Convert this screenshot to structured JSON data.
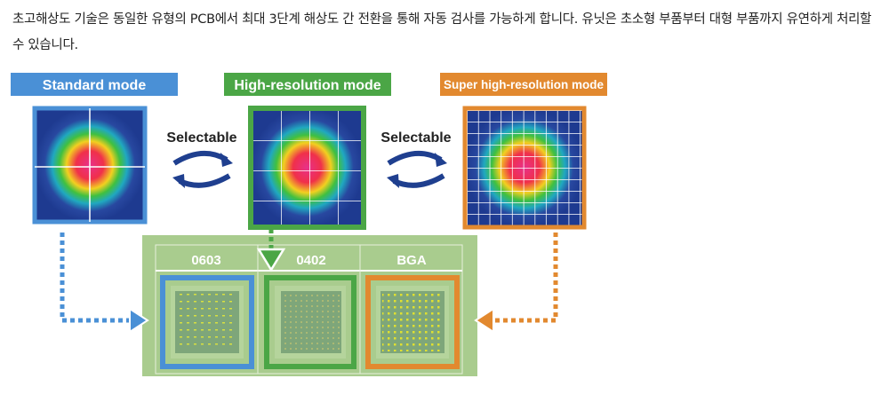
{
  "paragraph": "초고해상도 기술은 동일한 유형의 PCB에서 최대 3단계 해상도 간 전환을 통해 자동 검사를 가능하게 합니다. 유닛은 초소형 부품부터 대형 부품까지 유연하게 처리할 수 있습니다.",
  "diagram": {
    "modes": [
      {
        "label": "Standard mode",
        "color": "#4a90d6"
      },
      {
        "label": "High-resolution mode",
        "color": "#4ba646"
      },
      {
        "label": "Super high-resolution mode",
        "color": "#e2892f"
      }
    ],
    "selectable_label": "Selectable",
    "components": [
      "0603",
      "0402",
      "BGA"
    ],
    "panel_color": "#a9cc8e"
  }
}
